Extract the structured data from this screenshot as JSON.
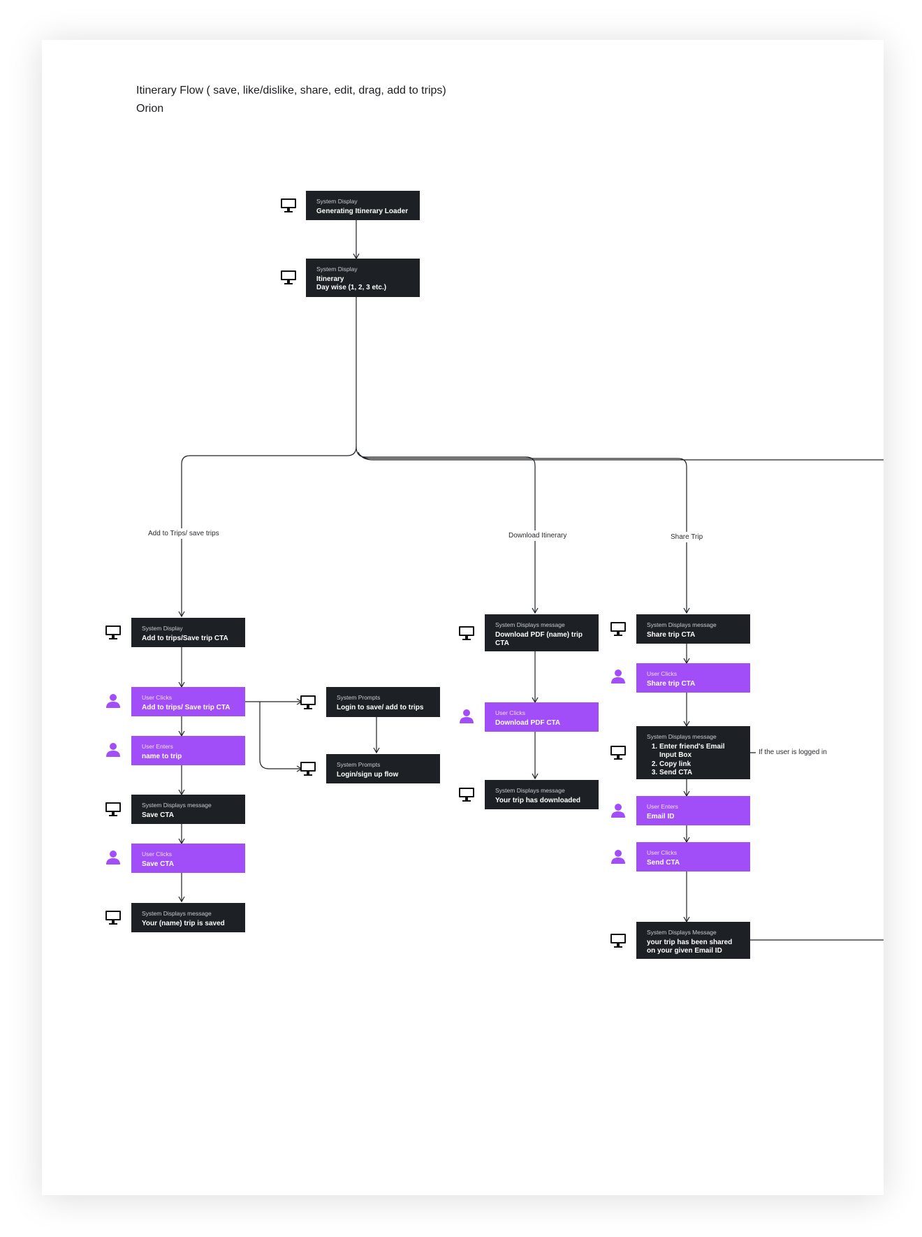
{
  "header": {
    "title": "Itinerary Flow ( save, like/dislike, share, edit, drag, add to trips)",
    "subtitle": "Orion"
  },
  "colors": {
    "system_box": "#1d2024",
    "user_box": "#a24ef8",
    "line": "#1d2024"
  },
  "branches": {
    "add_to_trips": "Add to Trips/ save trips",
    "download": "Download Itinerary",
    "share": "Share Trip",
    "logged_in_note": "If the user is logged in"
  },
  "nodes": {
    "loader": {
      "kicker": "System Display",
      "lines": [
        "Generating Itinerary Loader"
      ]
    },
    "itinerary": {
      "kicker": "System Display",
      "lines": [
        "Itinerary",
        "Day wise (1, 2, 3 etc.)"
      ]
    },
    "add_cta": {
      "kicker": "System Display",
      "lines": [
        "Add to trips/Save trip CTA"
      ]
    },
    "add_click": {
      "kicker": "User Clicks",
      "lines": [
        "Add to trips/ Save trip CTA"
      ]
    },
    "name_trip": {
      "kicker": "User Enters",
      "lines": [
        "name to trip"
      ]
    },
    "save_cta": {
      "kicker": "System Displays message",
      "lines": [
        "Save CTA"
      ]
    },
    "save_click": {
      "kicker": "User Clicks",
      "lines": [
        "Save CTA"
      ]
    },
    "trip_saved": {
      "kicker": "System Displays message",
      "lines": [
        "Your (name) trip is saved"
      ]
    },
    "login_prompt": {
      "kicker": "System Prompts",
      "lines": [
        "Login to save/ add to trips"
      ]
    },
    "signup_flow": {
      "kicker": "System Prompts",
      "lines": [
        "Login/sign up flow"
      ]
    },
    "download_pdf": {
      "kicker": "System Displays message",
      "lines": [
        "Download PDF (name) trip",
        "CTA"
      ]
    },
    "download_click": {
      "kicker": "User Clicks",
      "lines": [
        "Download PDF CTA"
      ]
    },
    "downloaded": {
      "kicker": "System Displays message",
      "lines": [
        "Your trip has downloaded"
      ]
    },
    "share_cta": {
      "kicker": "System Displays message",
      "lines": [
        "Share trip CTA"
      ]
    },
    "share_click": {
      "kicker": "User Clicks",
      "lines": [
        "Share trip CTA"
      ]
    },
    "share_options": {
      "kicker": "System Displays message",
      "items": [
        "Enter friend's Email Input Box",
        "Copy link",
        "Send CTA"
      ]
    },
    "email_id": {
      "kicker": "User Enters",
      "lines": [
        "Email ID"
      ]
    },
    "send_click": {
      "kicker": "User Clicks",
      "lines": [
        "Send CTA"
      ]
    },
    "shared": {
      "kicker": "System Displays Message",
      "lines": [
        "your trip has been shared",
        "on your given Email ID"
      ]
    }
  },
  "icons": {
    "system": "monitor-icon",
    "user": "user-icon"
  }
}
